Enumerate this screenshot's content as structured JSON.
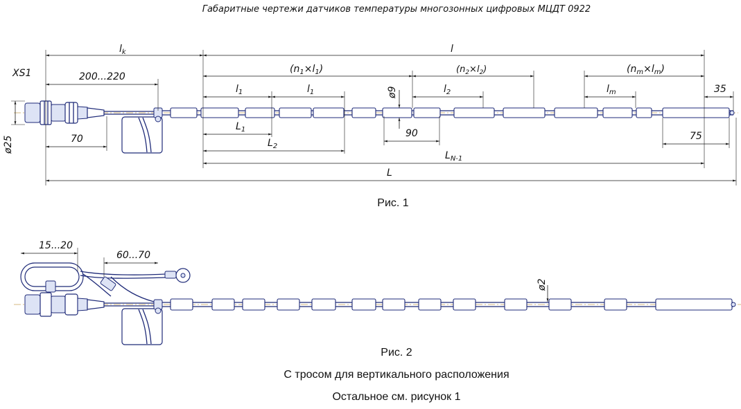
{
  "title": "Габаритные чертежи датчиков температуры многозонных цифровых МЦДТ 0922",
  "fig1": {
    "caption": "Рис. 1",
    "connector_label": "XS1",
    "dims": {
      "lk": "l",
      "lk_sub": "k",
      "l": "l",
      "range_200_220": "200...220",
      "d70": "70",
      "d25": "ø25",
      "n1l1": "(n",
      "n1l1_a": "1",
      "n1l1_b": "×l",
      "n1l1_c": "1",
      "n1l1_d": ")",
      "n2l2": "(n",
      "n2l2_a": "2",
      "n2l2_b": "×l",
      "n2l2_c": "2",
      "n2l2_d": ")",
      "nmlm": "(n",
      "nmlm_a": "m",
      "nmlm_b": "×l",
      "nmlm_c": "m",
      "nmlm_d": ")",
      "l1a": "l",
      "l1a_sub": "1",
      "l1b": "l",
      "l1b_sub": "1",
      "d9": "ø9",
      "l2": "l",
      "l2_sub": "2",
      "lm": "l",
      "lm_sub": "m",
      "d35": "35",
      "L1": "L",
      "L1_sub": "1",
      "L2": "L",
      "L2_sub": "2",
      "d90": "90",
      "LN1": "L",
      "LN1_sub": "N-1",
      "d75": "75",
      "L": "L"
    }
  },
  "fig2": {
    "caption": "Рис. 2",
    "dims": {
      "range_15_20": "15...20",
      "range_60_70": "60...70",
      "d2": "ø2"
    },
    "note1": "С тросом для вертикального  расположения",
    "note2": "Остальное см.  рисунок 1"
  },
  "colors": {
    "line": "#1a1a1a",
    "part": "#1e2a78",
    "axis": "#c9a25a"
  }
}
